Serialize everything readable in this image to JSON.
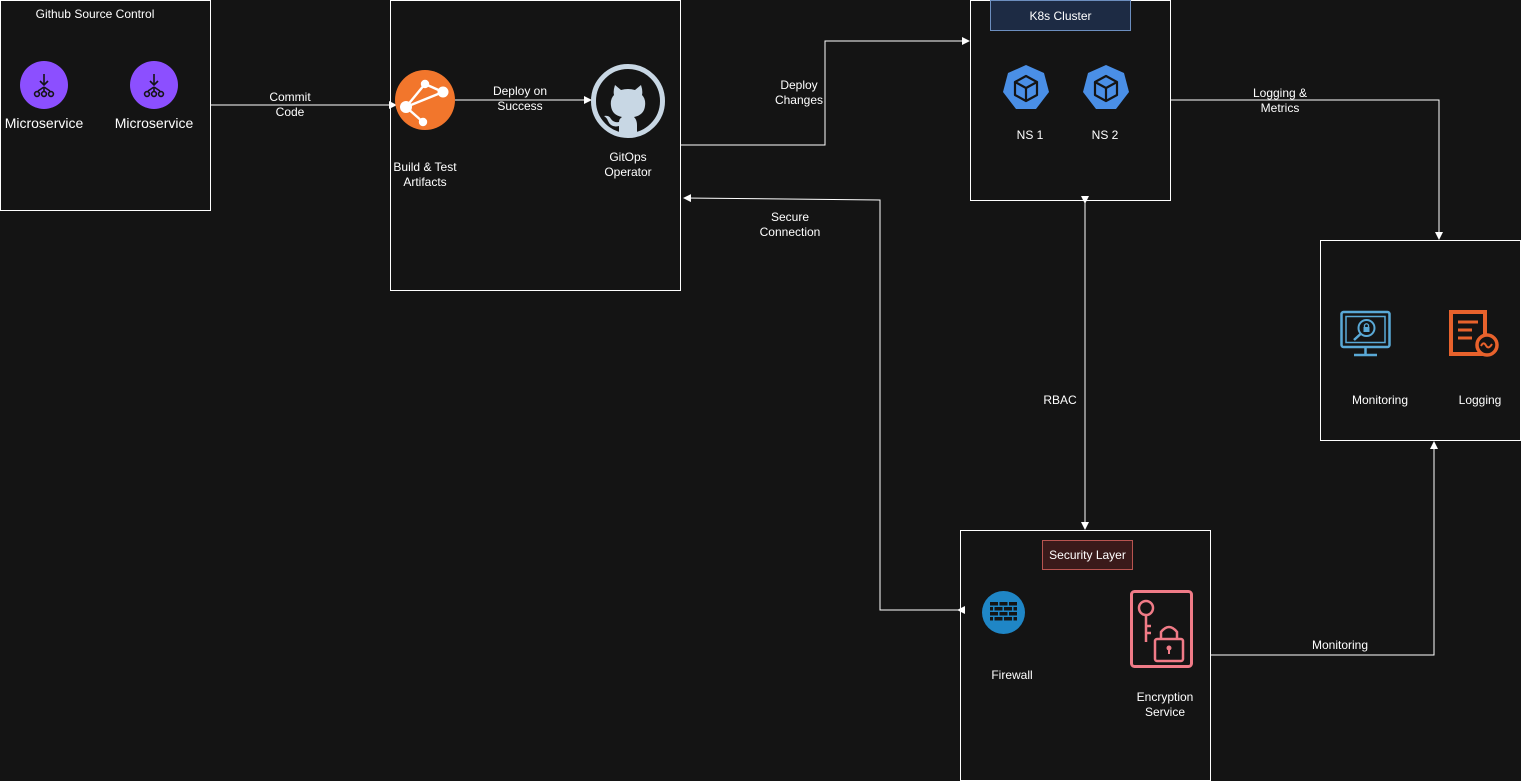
{
  "colors": {
    "background": "#141414",
    "line": "#ffffff",
    "microservice": "#8c4fff",
    "build": "#f2762c",
    "gitops": "#c8d7e4",
    "k8s": "#4a8fe6",
    "k8s_tag_bg": "#1d2b44",
    "security_tag_bg": "#3a1a1a",
    "security_tag_border": "#b85450",
    "firewall": "#1f86c6",
    "encryption": "#f07b87",
    "monitoring": "#5aa9d6",
    "logging": "#e8622c"
  },
  "github": {
    "title": "Github Source Control",
    "services": [
      {
        "label": "Microservice",
        "icon": "microservice-icon"
      },
      {
        "label": "Microservice",
        "icon": "microservice-icon"
      }
    ]
  },
  "ci": {
    "build_label": "Build & Test\nArtifacts",
    "build_icon": "build-pipeline-icon",
    "gitops_label": "GitOps\nOperator",
    "gitops_icon": "github-octocat-icon"
  },
  "k8s": {
    "title": "K8s Cluster",
    "namespaces": [
      {
        "label": "NS 1",
        "icon": "k8s-namespace-icon"
      },
      {
        "label": "NS 2",
        "icon": "k8s-namespace-icon"
      }
    ]
  },
  "observability": {
    "monitoring_label": "Monitoring",
    "monitoring_icon": "monitoring-screen-icon",
    "logging_label": "Logging",
    "logging_icon": "logging-document-icon"
  },
  "security": {
    "title": "Security Layer",
    "firewall_label": "Firewall",
    "firewall_icon": "firewall-icon",
    "encryption_label": "Encryption\nService",
    "encryption_icon": "key-lock-icon"
  },
  "edges": {
    "commit": "Commit\nCode",
    "deploy_on_success": "Deploy on\nSuccess",
    "deploy_changes": "Deploy\nChanges",
    "logging_metrics": "Logging &\nMetrics",
    "secure_connection": "Secure\nConnection",
    "rbac": "RBAC",
    "monitoring": "Monitoring"
  }
}
